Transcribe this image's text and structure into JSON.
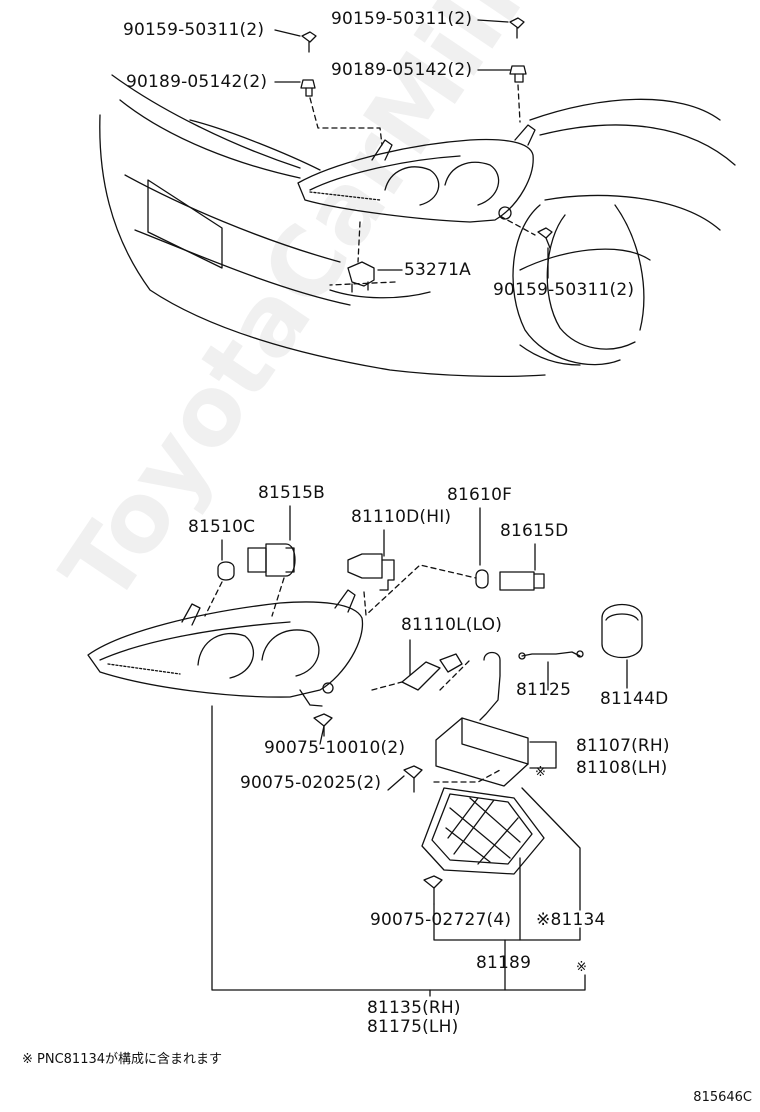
{
  "watermark": "ToyotaCarMiller.ru",
  "labels": {
    "p90159_top_left": "90159-50311(2)",
    "p90189_top_left": "90189-05142(2)",
    "p90159_top_right": "90159-50311(2)",
    "p90189_top_right": "90189-05142(2)",
    "p53271A": "53271A",
    "p90159_fender": "90159-50311(2)",
    "p81515B": "81515B",
    "p81610F": "81610F",
    "p81510C": "81510C",
    "p81110D": "81110D",
    "p81110D_suffix": "(HI)",
    "p81615D": "81615D",
    "p81110L": "81110L",
    "p81110L_suffix": "(LO)",
    "p81125": "81125",
    "p81144D": "81144D",
    "p90075_10010": "90075-10010(2)",
    "p81107": "81107(RH)",
    "p81108": "81108(LH)",
    "p81107_mark": "※",
    "p90075_02025": "90075-02025(2)",
    "p90075_02727": "90075-02727(4)",
    "p81134": "※81134",
    "p81189": "81189",
    "p81189_mark": "※",
    "p81135": "81135(RH)",
    "p81175": "81175(LH)"
  },
  "footnote": "※ PNC81134が構成に含まれます",
  "diagram_code": "815646C"
}
